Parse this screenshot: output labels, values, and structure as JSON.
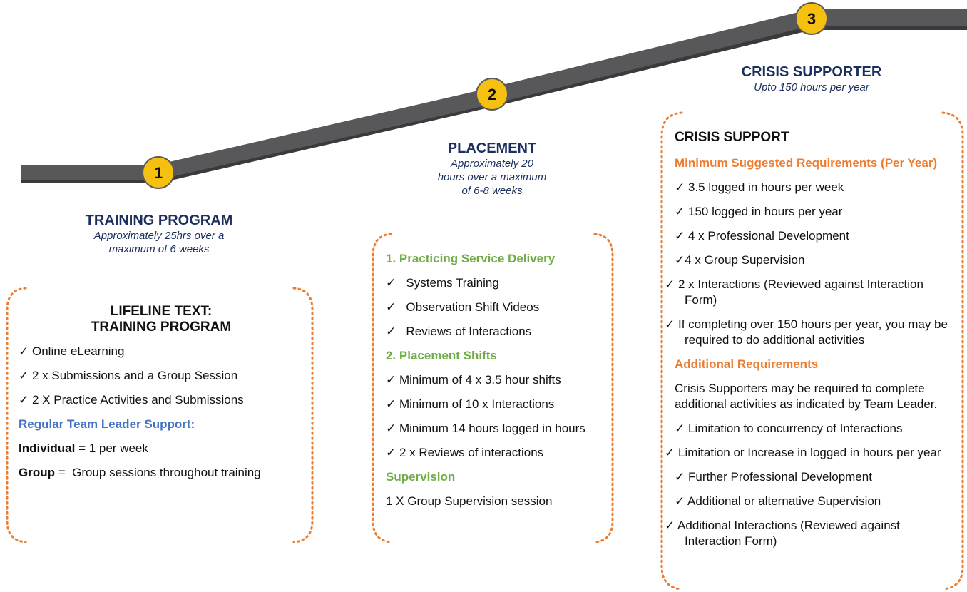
{
  "steps": [
    {
      "number": "1",
      "title": "TRAINING PROGRAM",
      "subtitle": [
        "Approximately 25hrs over a",
        "maximum of 6 weeks"
      ]
    },
    {
      "number": "2",
      "title": "PLACEMENT",
      "subtitle": [
        "Approximately 20",
        "hours over a maximum",
        "of 6-8 weeks"
      ]
    },
    {
      "number": "3",
      "title": "CRISIS SUPPORTER",
      "subtitle": [
        "Upto 150 hours per year"
      ]
    }
  ],
  "box1": {
    "heading": [
      "LIFELINE TEXT:",
      "TRAINING PROGRAM"
    ],
    "checks": [
      "Online eLearning",
      "2 x Submissions and a Group Session",
      "2 X Practice Activities and Submissions"
    ],
    "support_heading": "Regular Team Leader Support:",
    "individual_label": "Individual",
    "individual_value": " = 1 per week",
    "group_label": "Group",
    "group_value": " =  Group sessions throughout training"
  },
  "box2": {
    "section1": "1. Practicing Service Delivery",
    "section1_items": [
      "Systems Training",
      "Observation Shift Videos",
      "Reviews of Interactions"
    ],
    "section2": "2. Placement Shifts",
    "section2_items": [
      "Minimum of 4 x 3.5 hour shifts",
      "Minimum of 10 x Interactions",
      "Minimum 14 hours logged in hours",
      "2 x Reviews of interactions"
    ],
    "section3": "Supervision",
    "section3_text": "1 X Group Supervision session"
  },
  "box3": {
    "heading": "CRISIS SUPPORT",
    "min_heading": "Minimum Suggested Requirements (Per Year)",
    "min_items": [
      "3.5 logged in hours per week",
      "150 logged in hours per year",
      "4 x Professional Development",
      "4 x Group Supervision",
      "2 x Interactions (Reviewed against Interaction Form)",
      "If completing over 150 hours per year, you may be required to do additional activities"
    ],
    "add_heading": "Additional Requirements",
    "add_text": "Crisis Supporters may be required to complete additional activities as indicated by Team Leader.",
    "add_items": [
      "Limitation to concurrency of Interactions",
      "Limitation or Increase in logged in hours per year",
      "Further Professional Development",
      "Additional or alternative Supervision",
      "Additional Interactions (Reviewed against Interaction Form)"
    ]
  },
  "check_mark": "✓",
  "colors": {
    "road": "#58585a",
    "road_edge": "#3a3a3c",
    "badge": "#f5c00f",
    "badge_border": "#5a5a5a",
    "title_navy": "#1b2e5e",
    "bracket": "#ed7d31",
    "green": "#70ad47",
    "blue": "#4472c4",
    "orange": "#ed7d31"
  }
}
